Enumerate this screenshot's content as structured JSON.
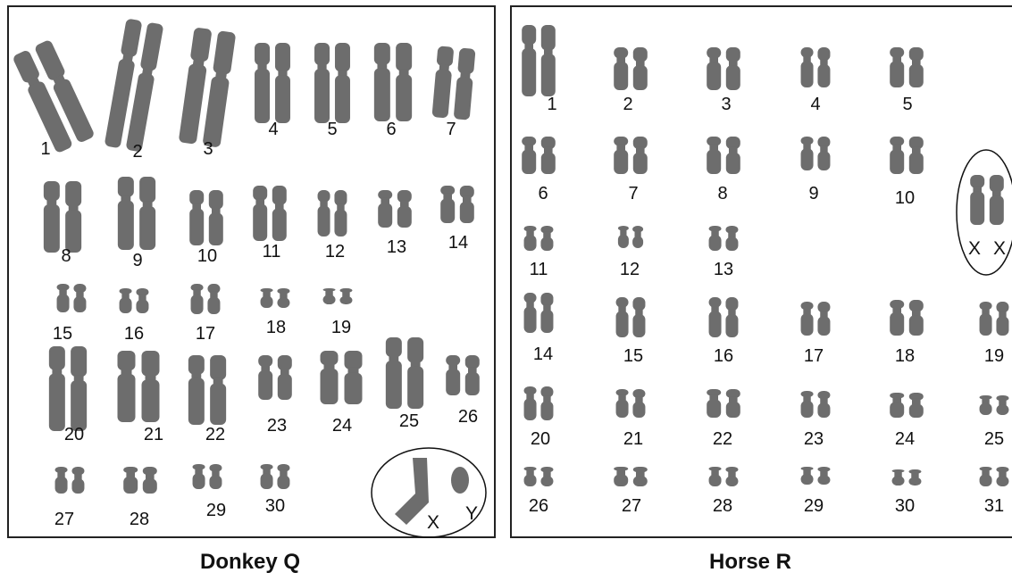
{
  "donkey": {
    "caption": "Donkey Q",
    "autosomes": [
      "1",
      "2",
      "3",
      "4",
      "5",
      "6",
      "7",
      "8",
      "9",
      "10",
      "11",
      "12",
      "13",
      "14",
      "15",
      "16",
      "17",
      "18",
      "19",
      "20",
      "21",
      "22",
      "23",
      "24",
      "25",
      "26",
      "27",
      "28",
      "29",
      "30"
    ],
    "sex_chromosomes": [
      "X",
      "Y"
    ]
  },
  "horse": {
    "caption": "Horse R",
    "autosomes": [
      "1",
      "2",
      "3",
      "4",
      "5",
      "6",
      "7",
      "8",
      "9",
      "10",
      "11",
      "12",
      "13",
      "14",
      "15",
      "16",
      "17",
      "18",
      "19",
      "20",
      "21",
      "22",
      "23",
      "24",
      "25",
      "26",
      "27",
      "28",
      "29",
      "30",
      "31"
    ],
    "sex_chromosomes": [
      "X",
      "X"
    ]
  },
  "colors": {
    "chromosome": "#6d6d6d",
    "border": "#222222",
    "background": "#ffffff"
  }
}
